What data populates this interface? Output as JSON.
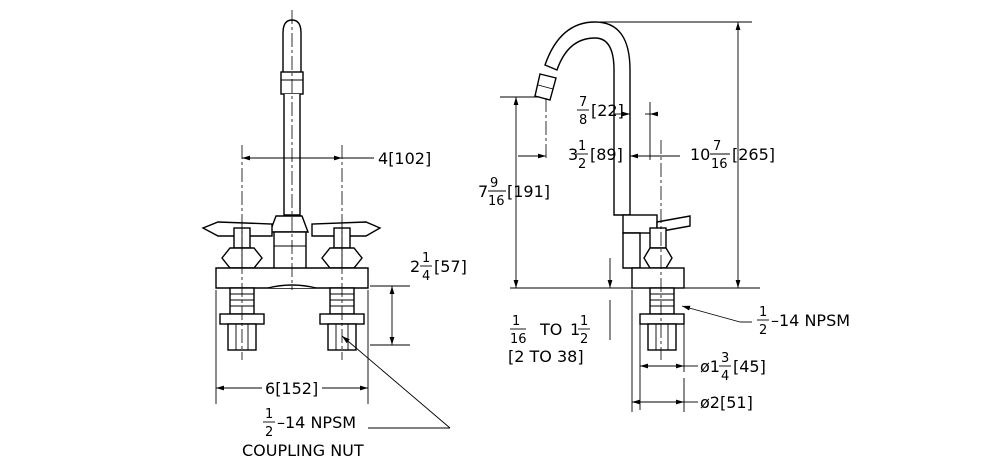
{
  "front_view": {
    "center_spacing_whole": "4",
    "center_spacing_mm": "[102]",
    "shank_length_whole": "2",
    "shank_length_num": "1",
    "shank_length_den": "4",
    "shank_length_mm": "[57]",
    "overall_width_whole": "6",
    "overall_width_mm": "[152]",
    "thread_num": "1",
    "thread_den": "2",
    "thread_spec": "–14  NPSM",
    "coupling_nut_label": "COUPLING NUT"
  },
  "side_view": {
    "spout_height_whole": "7",
    "spout_height_num": "9",
    "spout_height_den": "16",
    "spout_height_mm": "[191]",
    "spout_reach_whole": "3",
    "spout_reach_num": "1",
    "spout_reach_den": "2",
    "spout_reach_mm": "[89]",
    "outlet_dia_num": "7",
    "outlet_dia_den": "8",
    "outlet_dia_mm": "[22]",
    "overall_height_whole": "10",
    "overall_height_num": "7",
    "overall_height_den": "16",
    "overall_height_mm": "[265]",
    "deck_num1": "1",
    "deck_den1": "16",
    "deck_to": "TO",
    "deck_whole2": "1",
    "deck_num2": "1",
    "deck_den2": "2",
    "deck_mm": "[2  TO  38]",
    "thread_num": "1",
    "thread_den": "2",
    "thread_spec": "–14  NPSM",
    "flange_dia_prefix": "ø1",
    "flange_dia_num": "3",
    "flange_dia_den": "4",
    "flange_dia_mm": "[45]",
    "base_dia": "ø2[51]"
  }
}
